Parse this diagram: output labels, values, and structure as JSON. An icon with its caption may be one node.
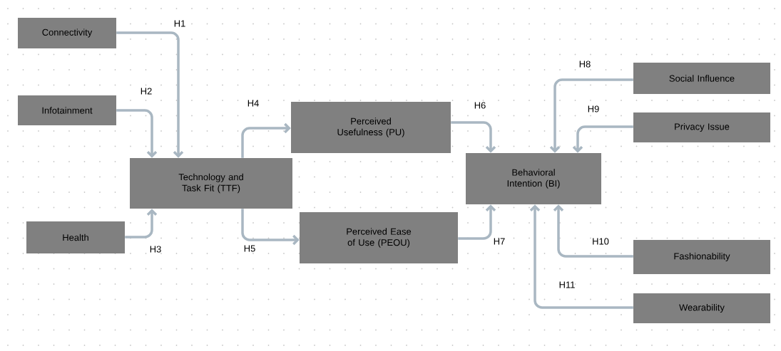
{
  "diagram": {
    "nodes": [
      {
        "text": [
          "Connectivity"
        ]
      },
      {
        "text": [
          "Infotainment"
        ]
      },
      {
        "text": [
          "Health"
        ]
      },
      {
        "text": [
          "Technology and Task Fit (TTF)"
        ]
      },
      {
        "text": [
          "Perceived Usefulness (PU)"
        ]
      },
      {
        "text": [
          "Perceived Ease of Use (PEOU)"
        ]
      },
      {
        "text": [
          "Behavioral Intention (BI)"
        ]
      },
      {
        "text": [
          "Social Influence"
        ]
      },
      {
        "text": [
          "Privacy Issue"
        ]
      },
      {
        "text": [
          "Fashionability"
        ]
      },
      {
        "text": [
          "Wearability"
        ]
      }
    ],
    "edges": [
      {
        "from": 0,
        "to": 3,
        "arrow": "to",
        "label": "H1"
      },
      {
        "from": 1,
        "to": 3,
        "arrow": "to",
        "label": "H2"
      },
      {
        "from": 2,
        "to": 3,
        "arrow": "to",
        "label": "H3"
      },
      {
        "from": 3,
        "to": 4,
        "arrow": "to",
        "label": "H4"
      },
      {
        "from": 3,
        "to": 5,
        "arrow": "to",
        "label": "H5"
      },
      {
        "from": 4,
        "to": 6,
        "arrow": "to",
        "label": "H6"
      },
      {
        "from": 5,
        "to": 6,
        "arrow": "to",
        "label": "H7"
      },
      {
        "from": 7,
        "to": 6,
        "arrow": "to",
        "label": "H8"
      },
      {
        "from": 8,
        "to": 6,
        "arrow": "to",
        "label": "H9"
      },
      {
        "from": 9,
        "to": 6,
        "arrow": "to",
        "label": "H10"
      },
      {
        "from": 10,
        "to": 6,
        "arrow": "to",
        "label": "H11"
      }
    ]
  }
}
